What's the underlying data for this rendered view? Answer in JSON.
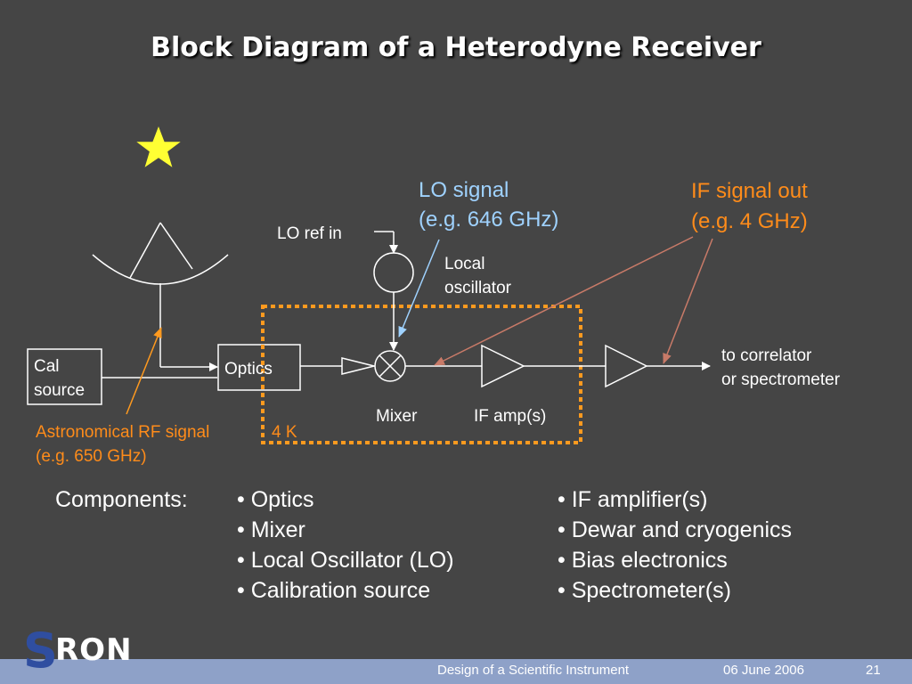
{
  "slide": {
    "title": "Block Diagram of a Heterodyne Receiver"
  },
  "diagram": {
    "lo_signal_line1": "LO signal",
    "lo_signal_line2": "(e.g. 646 GHz)",
    "if_signal_line1": "IF signal out",
    "if_signal_line2": "(e.g. 4 GHz)",
    "lo_ref_in": "LO ref in",
    "local_oscillator_line1": "Local",
    "local_oscillator_line2": "oscillator",
    "cal_source_line1": "Cal",
    "cal_source_line2": "source",
    "optics": "Optics",
    "to_correlator_line1": "to correlator",
    "to_correlator_line2": "or spectrometer",
    "mixer": "Mixer",
    "if_amps": "IF amp(s)",
    "astro_rf_line1": "Astronomical RF signal",
    "astro_rf_line2": "(e.g. 650 GHz)",
    "temperature": "4 K",
    "colors": {
      "background": "#454545",
      "star": "#ffff33",
      "dewar_box": "#ff9a1f",
      "lo_label": "#9fd2ff",
      "if_label": "#ff8c1a",
      "if_arrow": "#c87a68",
      "footer": "#8ea1c8"
    }
  },
  "components": {
    "label": "Components:",
    "left": [
      "• Optics",
      "• Mixer",
      "• Local Oscillator (LO)",
      "• Calibration source"
    ],
    "right": [
      "• IF amplifier(s)",
      "• Dewar and cryogenics",
      "• Bias electronics",
      "• Spectrometer(s)"
    ]
  },
  "footer": {
    "logo_s": "S",
    "logo_rest": "RON",
    "course": "Design of a Scientific Instrument",
    "date": "06 June 2006",
    "page": "21"
  }
}
